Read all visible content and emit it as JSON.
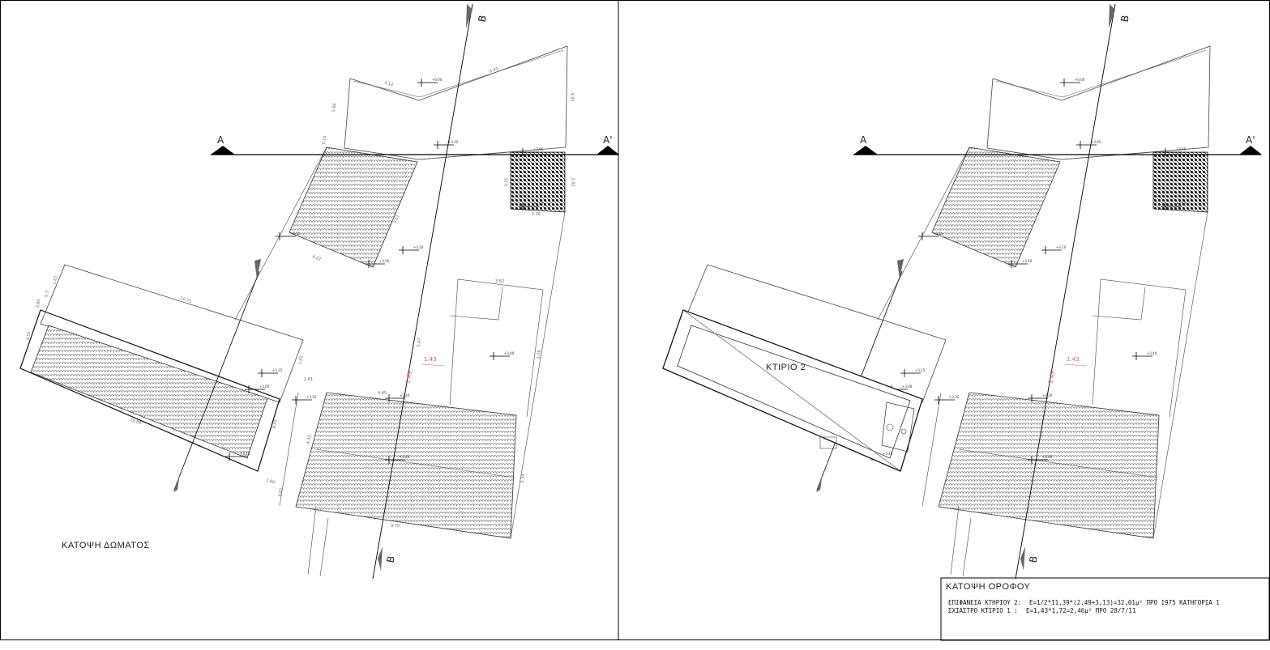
{
  "left_view": {
    "title": "ΚΑΤΟΨΗ ΔΩΜΑΤΟΣ",
    "section_marks": [
      "A",
      "A'",
      "B",
      "B"
    ],
    "red_dims": [
      "1.43",
      "2.49"
    ]
  },
  "right_view": {
    "title": "ΚΑΤΟΨΗ ΟΡΟΦΟΥ",
    "building_label": "ΚΤΙΡΙΟ 2",
    "section_marks": [
      "A",
      "A'",
      "B",
      "B"
    ],
    "red_dims": [
      "1.43",
      "2.49"
    ]
  },
  "title_block": {
    "title": "ΚΑΤΟΨΗ ΟΡΟΦΟΥ",
    "line1_label": "ΕΠΙΦΑΝΕΙΑ ΚΤΗΡΙΟΥ 2:",
    "line1_value": "Ε=1/2*11,39*(2,49+3,13)=32,01μ² ΠΡΟ 1975 ΚΑΤΗΓΟΡΙΑ 1",
    "line2_label": "ΣΧΙΑΣΤΡΟ ΚΤΙΡΙΟ 1 :",
    "line2_value": "Ε=1,43*1,72=2,46μ² ΠΡΟ 28/7/11"
  },
  "dims": [
    "3.14",
    "8.93",
    "4.93",
    "2.88",
    "0.15",
    "3.02",
    "3.31",
    "2.36",
    "3.52",
    "4.22",
    "10.71",
    "1.61",
    "0.3",
    "3.80",
    "3.55",
    "1.62",
    "1.61",
    "4.45",
    "10.89",
    "4.20",
    "4.33",
    "1.60",
    "0.61",
    "3.82",
    "5.47",
    "3.78",
    "5.34",
    "9.70"
  ],
  "levels": [
    "+0.00",
    "+3.05",
    "+2.95",
    "+2.80",
    "+3.15",
    "+3.10",
    "+3.50",
    "+3.25",
    "+3.00",
    "+3.35",
    "+3.20",
    "+3.40",
    "+3.45",
    "+3.30"
  ],
  "colors": {
    "line": "#333333",
    "frame": "#000000",
    "red": "#e06050",
    "hatch": "#444444"
  }
}
